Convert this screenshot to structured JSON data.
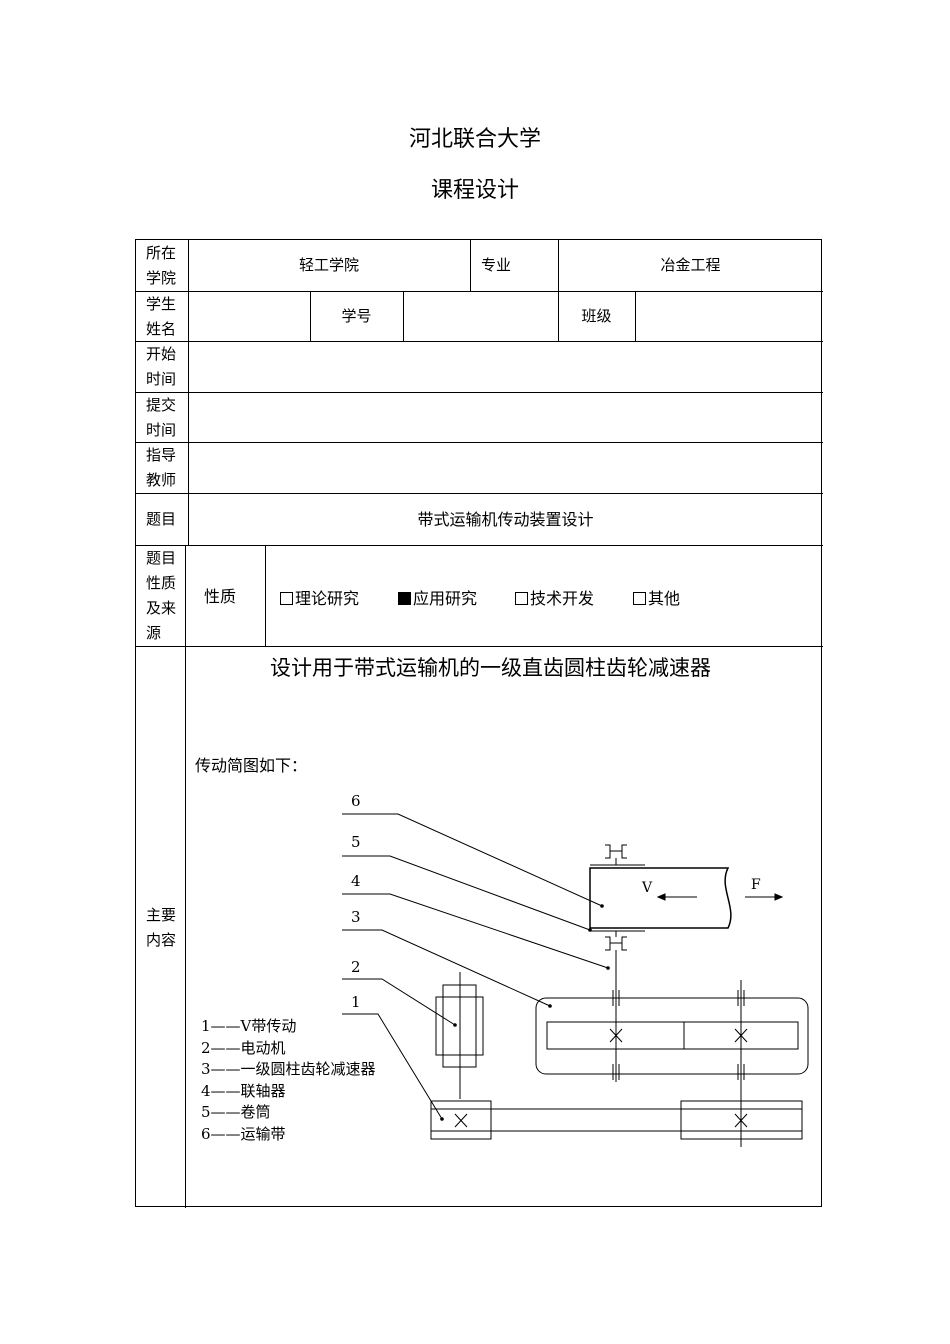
{
  "header": {
    "university": "河北联合大学",
    "doc_title": "课程设计"
  },
  "form": {
    "college_label": "所在\n学院",
    "college_value": "轻工学院",
    "major_label": "专业",
    "major_value": "冶金工程",
    "student_label": "学生\n姓名",
    "student_value": "",
    "id_label": "学号",
    "id_value": "",
    "class_label": "班级",
    "class_value": "",
    "start_label": "开始\n时间",
    "start_value": "",
    "submit_label": "提交\n时间",
    "submit_value": "",
    "advisor_label": "指导\n教师",
    "advisor_value": "",
    "topic_label": "题目",
    "topic_value": "带式运输机传动装置设计",
    "nature_label": "题目\n性质\n及来\n源",
    "nature_sub_label": "性质",
    "nature_options": [
      {
        "label": "理论研究",
        "checked": false
      },
      {
        "label": "应用研究",
        "checked": true
      },
      {
        "label": "技术开发",
        "checked": false
      },
      {
        "label": "其他",
        "checked": false
      }
    ],
    "content_label": "主要\n内容",
    "content_heading": "设计用于带式运输机的一级直齿圆柱齿轮减速器",
    "diagram_intro": "传动简图如下："
  },
  "diagram": {
    "callouts": [
      "1",
      "2",
      "3",
      "4",
      "5",
      "6"
    ],
    "velocity_label": "V",
    "force_label": "F",
    "legend": [
      "1——V带传动",
      "2——电动机",
      "3——一级圆柱齿轮减速器",
      "4——联轴器",
      "5——卷筒",
      "6——运输带"
    ]
  }
}
